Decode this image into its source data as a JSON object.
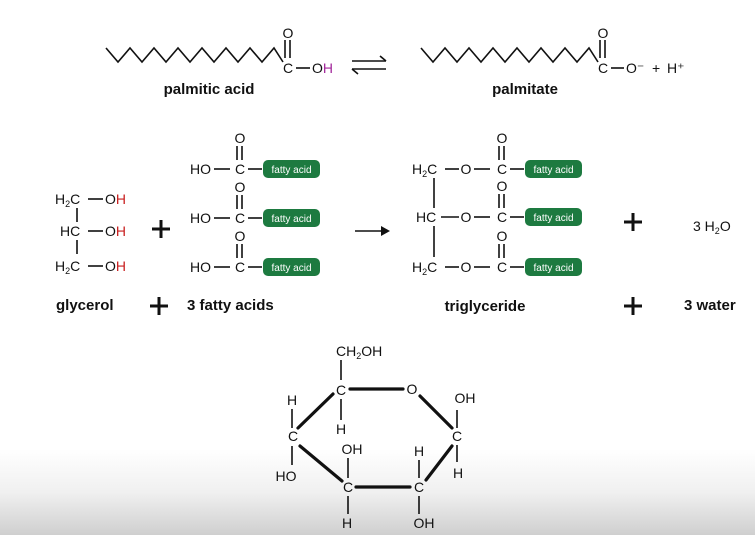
{
  "colors": {
    "red": "#c81e1e",
    "magenta": "#a3289b",
    "green_tag": "#1d7a40",
    "text": "#111111"
  },
  "reaction1": {
    "left_label": "palmitic acid",
    "right_label": "palmitate",
    "carboxyl_c": "C",
    "carboxyl_o": "O",
    "oh": "OH",
    "oh_o": "O",
    "oh_h": "H",
    "o_minus": "O⁻",
    "plus": "+",
    "h_plus": "H⁺"
  },
  "reaction2": {
    "glycerol_label": "glycerol",
    "fatty_acids_label": "3 fatty acids",
    "triglyceride_label": "triglyceride",
    "water_label": "3 water",
    "tag_text": "fatty acid",
    "ho": "HO",
    "c": "C",
    "o": "O",
    "h2c": "H₂C",
    "hc": "HC",
    "oh": "OH",
    "water_formula": "3 H₂O"
  },
  "ring": {
    "ch2oh": "CH₂OH",
    "c": "C",
    "o": "O",
    "h": "H",
    "oh": "OH",
    "ho": "HO"
  }
}
